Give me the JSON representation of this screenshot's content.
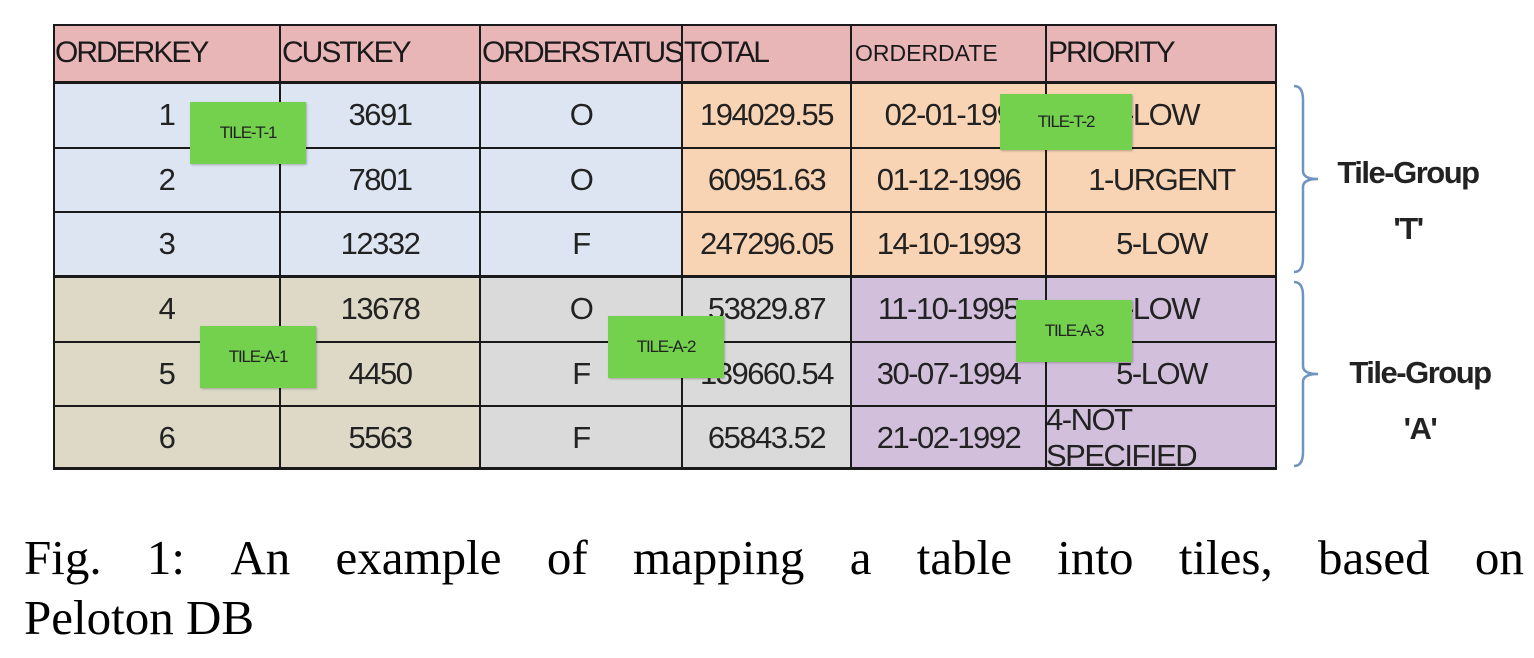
{
  "table": {
    "headers": [
      "ORDERKEY",
      "CUSTKEY",
      "ORDERSTATUS",
      "TOTAL",
      "ORDERDATE",
      "PRIORITY"
    ],
    "rows": [
      [
        "1",
        "3691",
        "O",
        "194029.55",
        "02-01-199",
        "-LOW"
      ],
      [
        "2",
        "7801",
        "O",
        "60951.63",
        "01-12-1996",
        "1-URGENT"
      ],
      [
        "3",
        "12332",
        "F",
        "247296.05",
        "14-10-1993",
        "5-LOW"
      ],
      [
        "4",
        "13678",
        "O",
        "53829.87",
        "11-10-1995",
        "-LOW"
      ],
      [
        "5",
        "4450",
        "F",
        "139660.54",
        "30-07-1994",
        "5-LOW"
      ],
      [
        "6",
        "5563",
        "F",
        "65843.52",
        "21-02-1992",
        "4-NOT SPECIFIED"
      ]
    ]
  },
  "tiles": [
    "TILE-T-1",
    "TILE-T-2",
    "TILE-A-1",
    "TILE-A-2",
    "TILE-A-3"
  ],
  "groups": [
    {
      "line1": "Tile-Group",
      "line2": "'T'"
    },
    {
      "line1": "Tile-Group",
      "line2": "'A'"
    }
  ],
  "caption": {
    "words": [
      "Fig.",
      "1:",
      "An",
      "example",
      "of",
      "mapping",
      "a",
      "table",
      "into",
      "tiles,",
      "based",
      "on"
    ],
    "line2": "Peloton DB"
  },
  "colors": {
    "header": "#e9b6b8",
    "tile_t1": "#dde5f2",
    "tile_t2": "#f8d4b5",
    "tile_a1": "#ddd9c6",
    "tile_a2": "#dadada",
    "tile_a3": "#d2bfdc",
    "tile_label": "#74d14e",
    "brace": "#6f94c2"
  }
}
